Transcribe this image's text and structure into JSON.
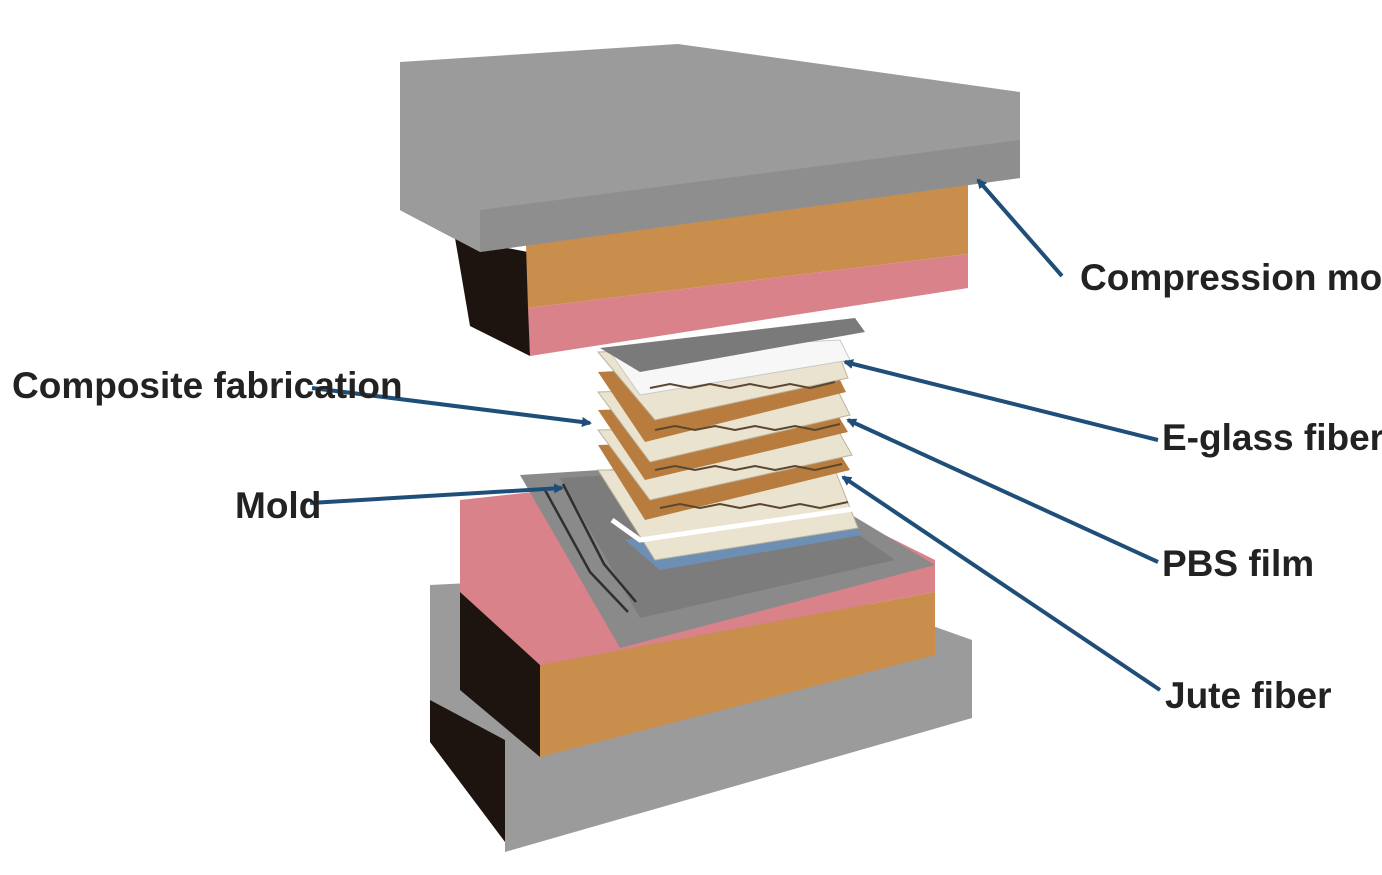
{
  "labels": {
    "compression_molding": "Compression molding",
    "composite_fabrication": "Composite fabrication",
    "mold": "Mold",
    "e_glass_fiber": "E-glass fiber",
    "pbs_film": "PBS film",
    "jute_fiber": "Jute fiber"
  },
  "colors": {
    "press_plate": "#9b9b9b",
    "press_plate_shadow": "#1e140f",
    "heater_orange": "#c98d4c",
    "heater_pink": "#d9828a",
    "mold_gray": "#8a8a8a",
    "e_glass": "#e9e3cf",
    "jute": "#b87d3e",
    "pbs_film": "#ffffff",
    "arrow": "#1f4e79"
  }
}
